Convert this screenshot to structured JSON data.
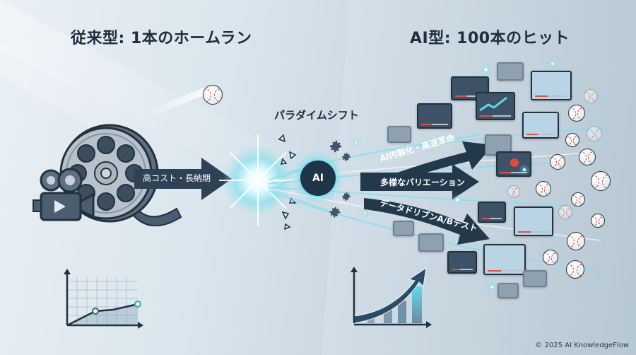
{
  "left_section": {
    "title": "従来型: 1本のホームラン",
    "arrow_label": "高コスト・長納期",
    "icons": [
      "film-reel-icon",
      "video-camera-icon",
      "baseball-icon"
    ],
    "chart": {
      "type": "line",
      "description": "slow linear growth"
    }
  },
  "center_section": {
    "label": "パラダイムシフト",
    "hub_label": "AI",
    "icons": [
      "burst-icon",
      "ai-brain-icon",
      "gear-icon"
    ]
  },
  "right_section": {
    "title": "AI型: 100本のヒット",
    "arrows": [
      {
        "label": "AI内製化・高速革命"
      },
      {
        "label": "多様なバリエーション"
      },
      {
        "label": "データドリブンA/Bテスト"
      }
    ],
    "chart": {
      "type": "bar",
      "description": "exponential growth with rising arrow"
    }
  },
  "footer": {
    "copyright": "© 2025 AI KnowledgeFlow"
  },
  "colors": {
    "dark_navy": "#1f2d3d",
    "arrow_navy": "#24384c",
    "glow_cyan": "#5fd8ea",
    "background_light": "#e9f0f5",
    "background_dark": "#b6c7d3"
  }
}
